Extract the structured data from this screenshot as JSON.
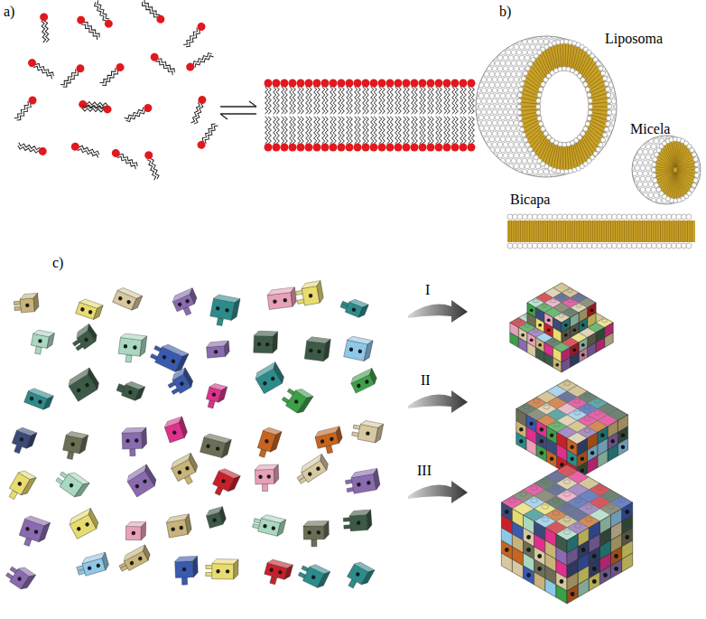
{
  "diagram": {
    "labels": [
      "a)",
      "b)",
      "Liposoma",
      "Micela",
      "Bicapa",
      "c)",
      "I",
      "II",
      "III"
    ]
  }
}
